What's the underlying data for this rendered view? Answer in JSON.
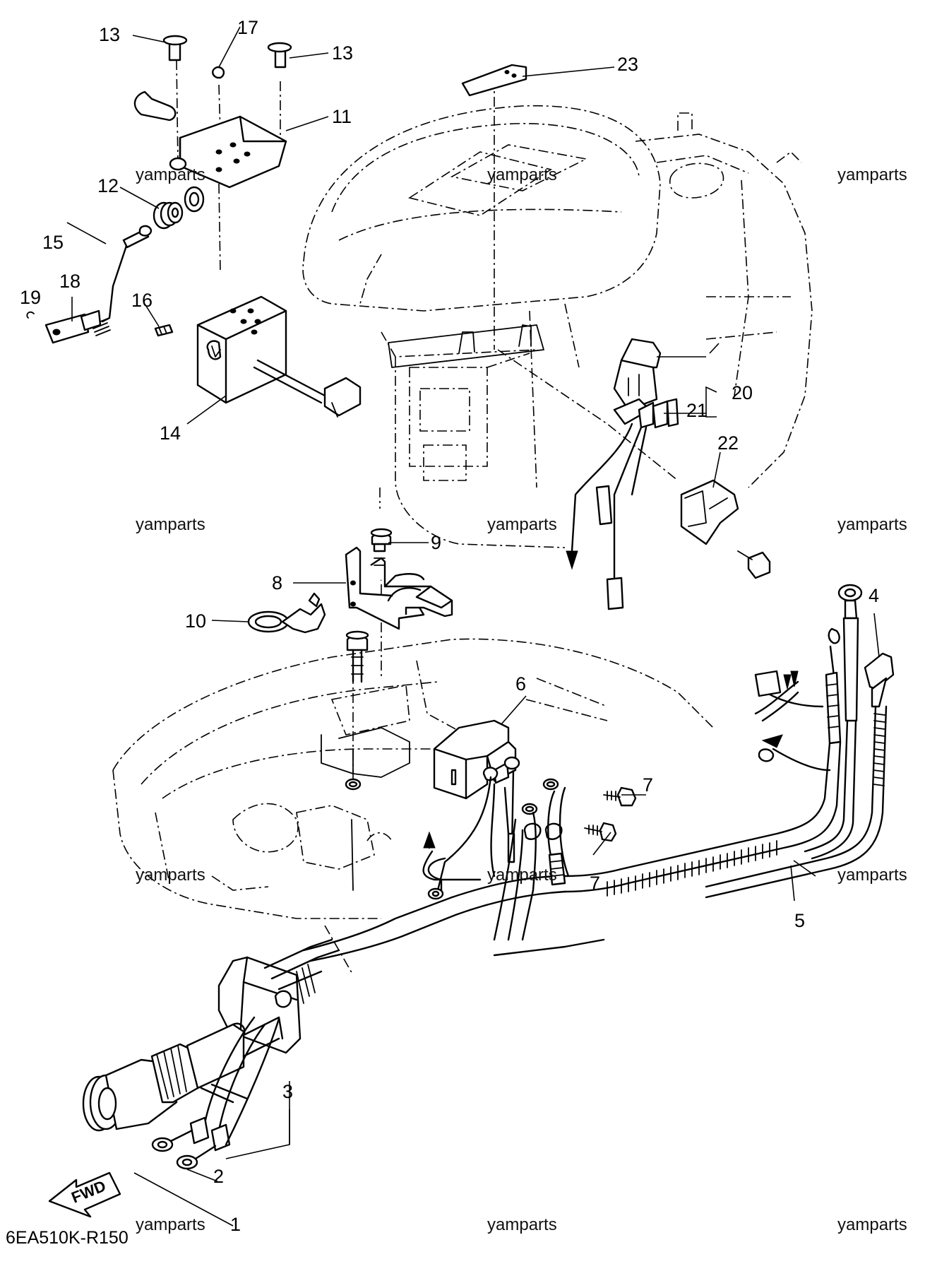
{
  "diagram": {
    "drawing_code": "6EA510K-R150",
    "watermark": "yamparts",
    "direction_label": "FWD",
    "callouts": [
      "1",
      "2",
      "3",
      "4",
      "5",
      "6",
      "7",
      "7",
      "8",
      "9",
      "10",
      "11",
      "12",
      "13",
      "13",
      "14",
      "15",
      "16",
      "17",
      "18",
      "19",
      "20",
      "21",
      "22",
      "23"
    ]
  }
}
